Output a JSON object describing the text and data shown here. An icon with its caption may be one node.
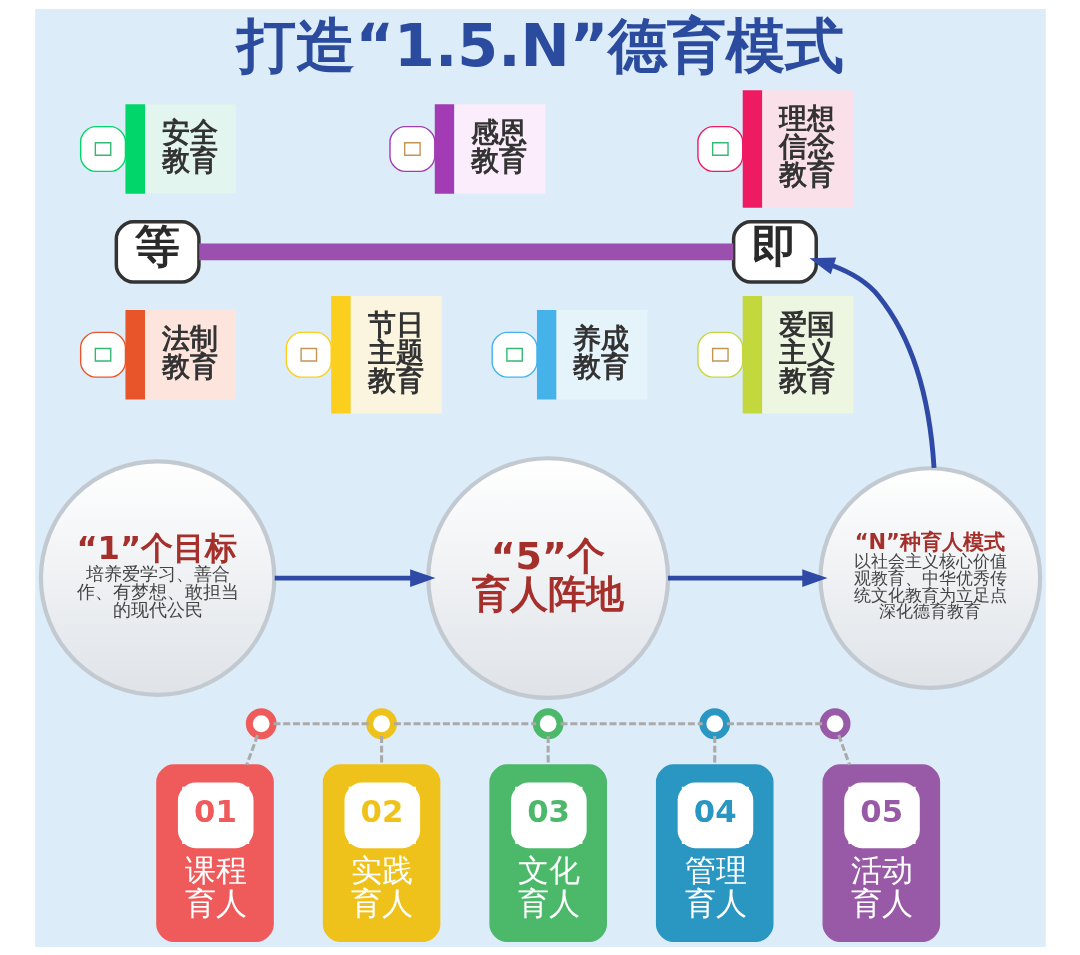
{
  "diagram": {
    "title": "打造“1.5.N”德育模式",
    "nodes": [
      {
        "text": [
          "等"
        ]
      },
      {
        "text": [
          "安全教育"
        ]
      },
      {
        "text": [
          "法制教育"
        ]
      },
      {
        "text": [
          "感恩教育"
        ]
      },
      {
        "text": [
          "节日主题教育"
        ]
      },
      {
        "text": [
          "理想信念教育"
        ]
      },
      {
        "text": [
          "养成教育"
        ]
      },
      {
        "text": [
          "爱国主义教育"
        ]
      },
      {
        "text": [
          "即"
        ]
      },
      {
        "text": [
          "“1”个目标",
          "培养爱学习、善合作、有梦想、敢担当的现代公民"
        ]
      },
      {
        "text": [
          "“5”个育人阵地"
        ]
      },
      {
        "text": [
          "“N”种育人模式",
          "以社会主义核心价值观教育、中华优秀传统文化教育为立足点深化德育教育"
        ]
      },
      {
        "text": [],
        "shape": "circle"
      },
      {
        "text": [],
        "shape": "circle"
      },
      {
        "text": [],
        "shape": "circle"
      },
      {
        "text": [],
        "shape": "circle"
      },
      {
        "text": [],
        "shape": "circle"
      },
      {
        "text": [
          "01",
          "课程育人"
        ]
      },
      {
        "text": [
          "02",
          "实践育人"
        ]
      },
      {
        "text": [
          "03",
          "文化育人"
        ]
      },
      {
        "text": [
          "04",
          "管理育人"
        ]
      },
      {
        "text": [
          "05",
          "活动育人"
        ]
      }
    ],
    "edges": [
      {
        "from": 0,
        "to": 8,
        "arrow": "none",
        "style": "thick",
        "color": "#9b4fae"
      },
      {
        "from": 9,
        "to": 10,
        "arrow": "to",
        "color": "#2f4aa6"
      },
      {
        "from": 10,
        "to": 11,
        "arrow": "to",
        "color": "#2f4aa6"
      },
      {
        "from": 11,
        "to": 8,
        "arrow": "to",
        "color": "#2f4aa6"
      },
      {
        "from": 12,
        "to": 13,
        "arrow": "none",
        "style": "dashed"
      },
      {
        "from": 13,
        "to": 14,
        "arrow": "none",
        "style": "dashed"
      },
      {
        "from": 14,
        "to": 15,
        "arrow": "none",
        "style": "dashed"
      },
      {
        "from": 15,
        "to": 16,
        "arrow": "none",
        "style": "dashed"
      },
      {
        "from": 12,
        "to": 17,
        "arrow": "none",
        "style": "dashed"
      },
      {
        "from": 13,
        "to": 18,
        "arrow": "none",
        "style": "dashed"
      },
      {
        "from": 14,
        "to": 19,
        "arrow": "none",
        "style": "dashed"
      },
      {
        "from": 15,
        "to": 20,
        "arrow": "none",
        "style": "dashed"
      },
      {
        "from": 16,
        "to": 21,
        "arrow": "none",
        "style": "dashed"
      }
    ]
  }
}
